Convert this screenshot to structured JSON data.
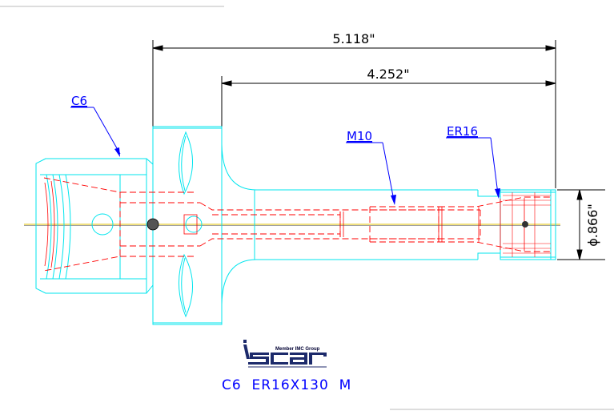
{
  "dimensions": {
    "overall_length": "5.118\"",
    "body_length": "4.252\"",
    "nose_diameter": "ϕ.866\""
  },
  "callouts": {
    "shank": "C6",
    "thread": "M10",
    "collet": "ER16"
  },
  "logo": {
    "tagline": "Member IMC Group",
    "brand": "iscar"
  },
  "model": "C6  ER16X130  M",
  "colors": {
    "outline": "#00e5ee",
    "hidden": "#ff0000",
    "dimension": "#000000",
    "centerline": "#e0c000",
    "callout": "#0000ff"
  }
}
